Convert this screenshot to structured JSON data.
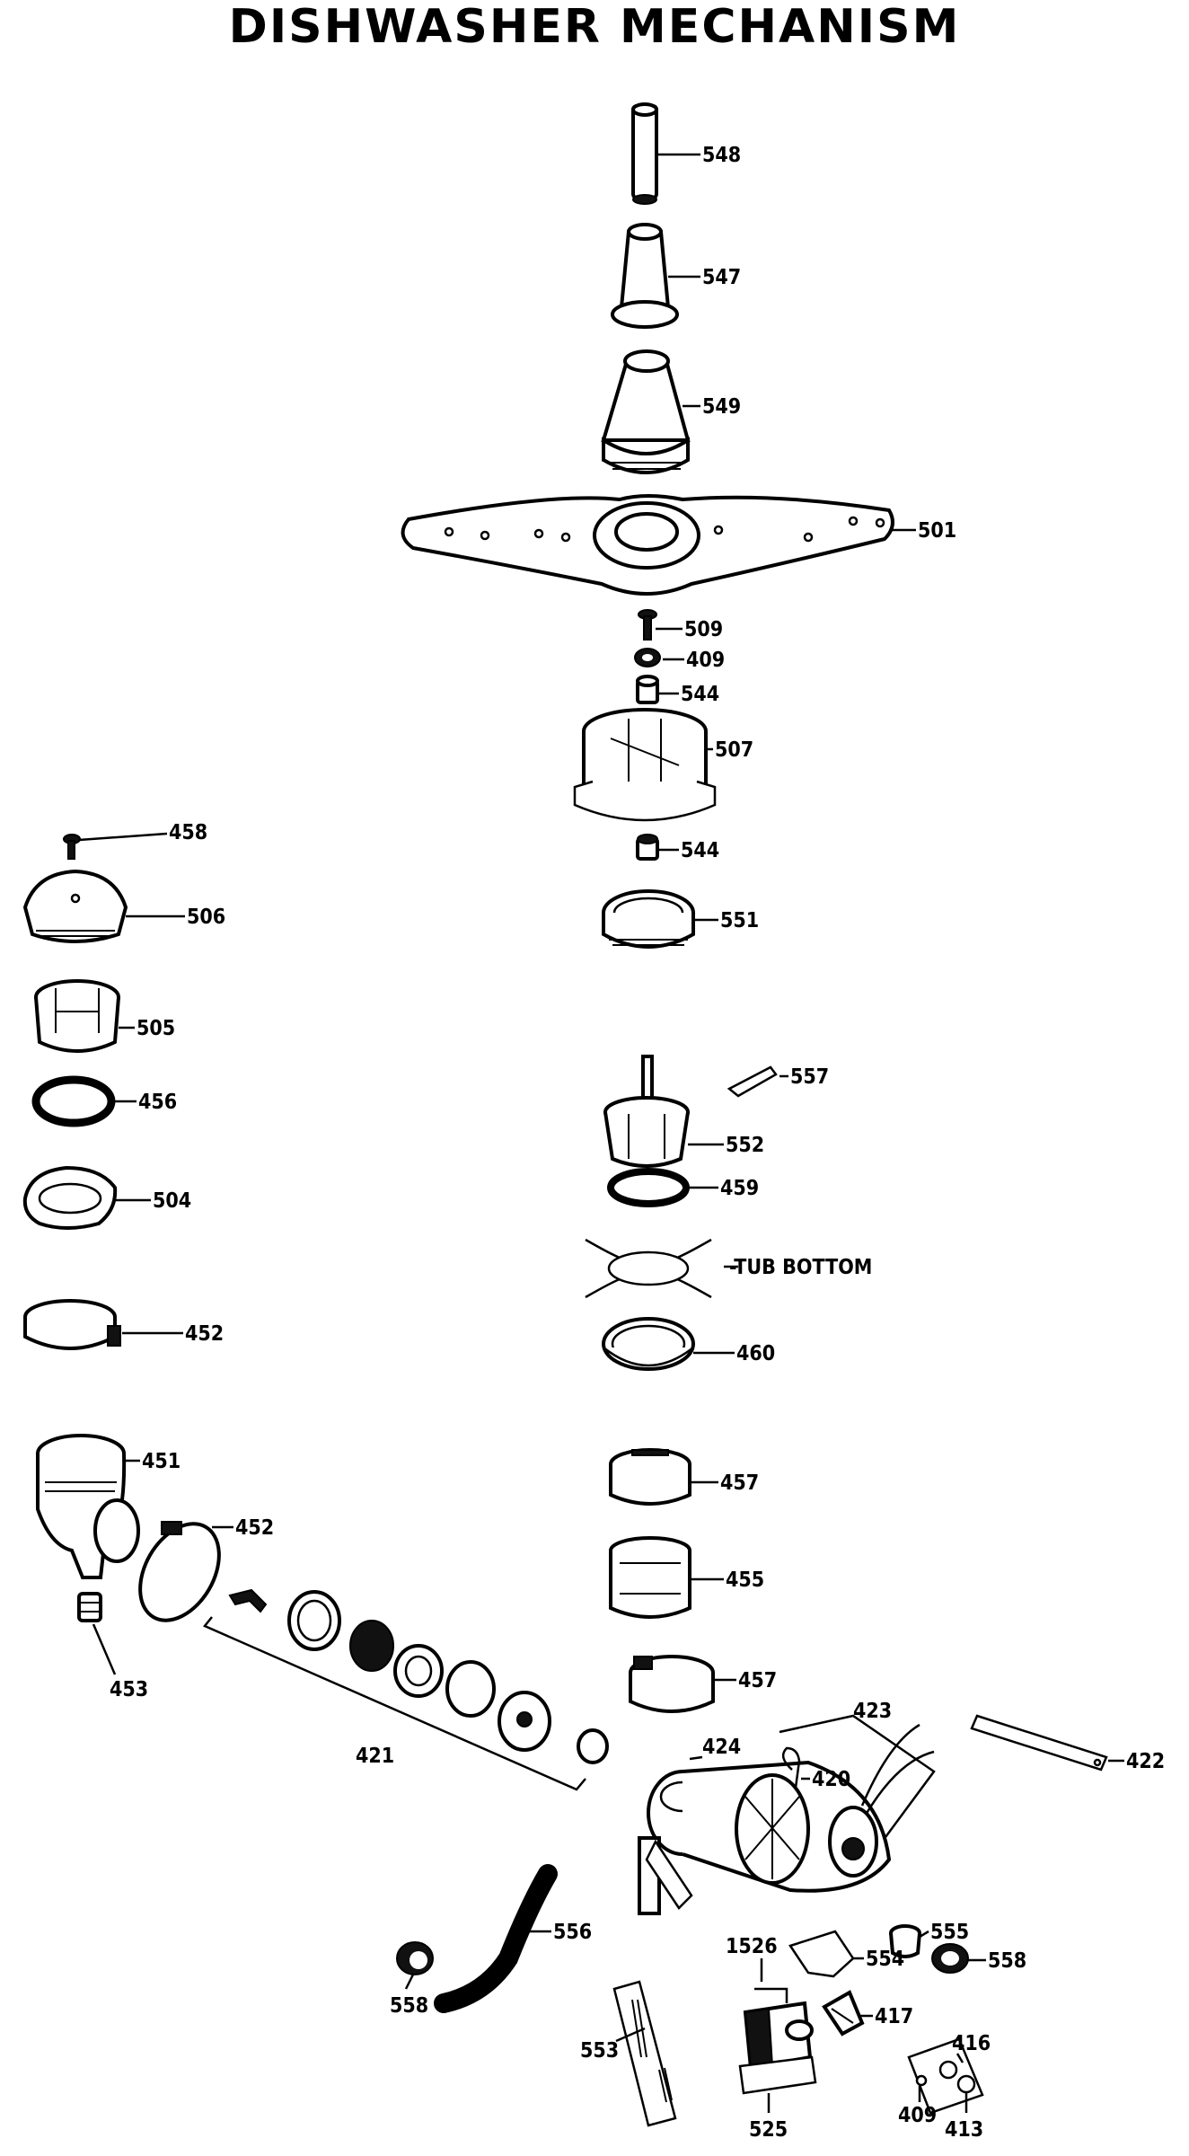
{
  "title": "DISHWASHER MECHANISM",
  "callouts": {
    "548": "548",
    "547": "547",
    "549": "549",
    "501": "501",
    "509": "509",
    "409a": "409",
    "544a": "544",
    "507": "507",
    "458": "458",
    "544b": "544",
    "506": "506",
    "551": "551",
    "505": "505",
    "557": "557",
    "456": "456",
    "552": "552",
    "459": "459",
    "504": "504",
    "tub": "-TUB BOTTOM",
    "452a": "452",
    "460": "460",
    "451": "451",
    "457a": "457",
    "452b": "452",
    "455": "455",
    "453": "453",
    "457b": "457",
    "423": "423",
    "424": "424",
    "420": "420",
    "421": "421",
    "422": "422",
    "555": "555",
    "556": "556",
    "1526": "1526",
    "554": "554",
    "558a": "558",
    "558b": "558",
    "417": "417",
    "416": "416",
    "553": "553",
    "409b": "409",
    "525": "525",
    "413": "413"
  }
}
